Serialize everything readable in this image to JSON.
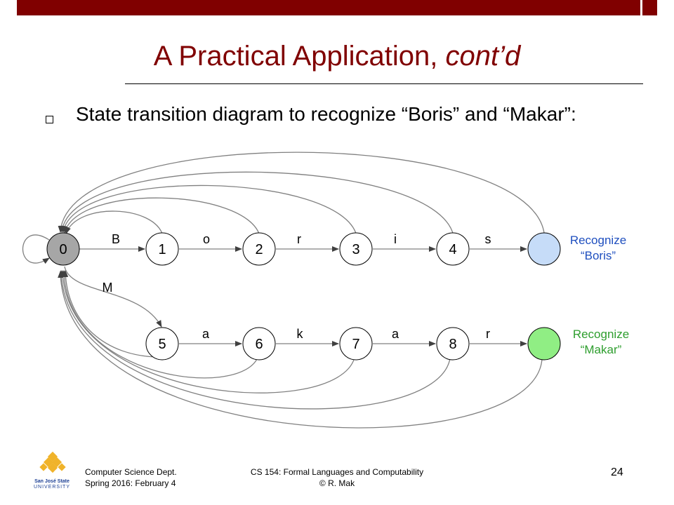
{
  "slide": {
    "title_main": "A Practical Application, ",
    "title_italic": "cont’d",
    "bullet": "State transition diagram to recognize “Boris” and “Makar”:",
    "page_number": "24"
  },
  "diagram": {
    "states": [
      "0",
      "1",
      "2",
      "3",
      "4",
      "5",
      "6",
      "7",
      "8"
    ],
    "transitions": {
      "B": "B",
      "o": "o",
      "r1": "r",
      "i": "i",
      "s": "s",
      "M": "M",
      "a1": "a",
      "k": "k",
      "a2": "a",
      "r2": "r"
    },
    "accept_boris": {
      "line1": "Recognize",
      "line2": "“Boris”",
      "color": "#1f4fbf",
      "fill": "#c6dcf8"
    },
    "accept_makar": {
      "line1": "Recognize",
      "line2": "“Makar”",
      "color": "#2e9e2e",
      "fill": "#90ee84"
    },
    "start_fill": "#a6a6a6",
    "arrow_color": "#808080"
  },
  "footer": {
    "dept": "Computer Science Dept.",
    "term": "Spring 2016: February 4",
    "course": "CS 154: Formal Languages and Computability",
    "author": "© R. Mak",
    "logo_line1": "San José State",
    "logo_line2": "UNIVERSITY"
  },
  "colors": {
    "accent": "#800000",
    "logo": "#f0b32a"
  }
}
